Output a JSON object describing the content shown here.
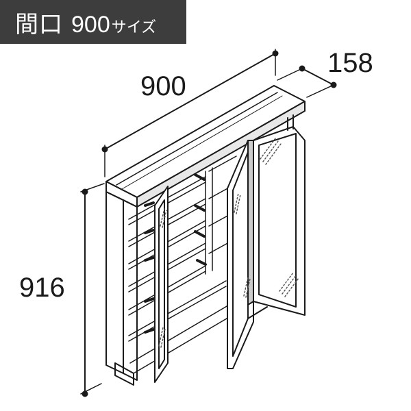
{
  "banner": {
    "label": "間口",
    "value": "900",
    "suffix": "サイズ"
  },
  "dimensions": {
    "width": "900",
    "depth": "158",
    "height": "916"
  },
  "colors": {
    "banner_bg": "#3d3d3d",
    "banner_text": "#ffffff",
    "line": "#1a1a1a",
    "shade": "#555555"
  }
}
